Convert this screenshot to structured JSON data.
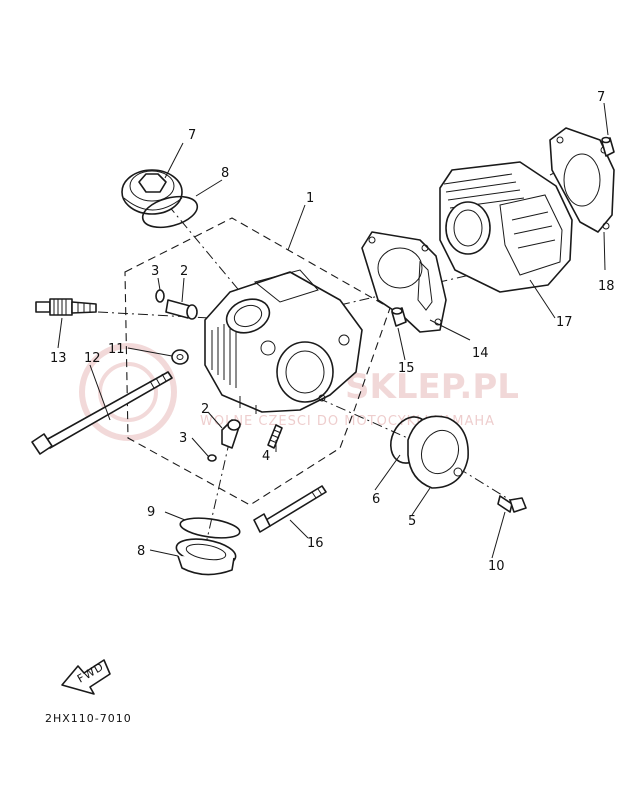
{
  "diagram": {
    "code": "2HX110-7010",
    "fwd_label": "FWD",
    "watermark": {
      "brand": "SKLEP.PL",
      "subtitle": "WOLNE CZESCI DO MOTOCYKLI YAMAHA"
    },
    "callouts": [
      {
        "id": "c1",
        "text": "1"
      },
      {
        "id": "c2a",
        "text": "2"
      },
      {
        "id": "c2b",
        "text": "2"
      },
      {
        "id": "c3a",
        "text": "3"
      },
      {
        "id": "c3b",
        "text": "3"
      },
      {
        "id": "c4",
        "text": "4"
      },
      {
        "id": "c5",
        "text": "5"
      },
      {
        "id": "c6",
        "text": "6"
      },
      {
        "id": "c7a",
        "text": "7"
      },
      {
        "id": "c7b",
        "text": "7"
      },
      {
        "id": "c8a",
        "text": "8"
      },
      {
        "id": "c8b",
        "text": "8"
      },
      {
        "id": "c9",
        "text": "9"
      },
      {
        "id": "c10",
        "text": "10"
      },
      {
        "id": "c11",
        "text": "11"
      },
      {
        "id": "c12",
        "text": "12"
      },
      {
        "id": "c13",
        "text": "13"
      },
      {
        "id": "c14",
        "text": "14"
      },
      {
        "id": "c15",
        "text": "15"
      },
      {
        "id": "c16",
        "text": "16"
      },
      {
        "id": "c17",
        "text": "17"
      },
      {
        "id": "c18",
        "text": "18"
      }
    ]
  }
}
